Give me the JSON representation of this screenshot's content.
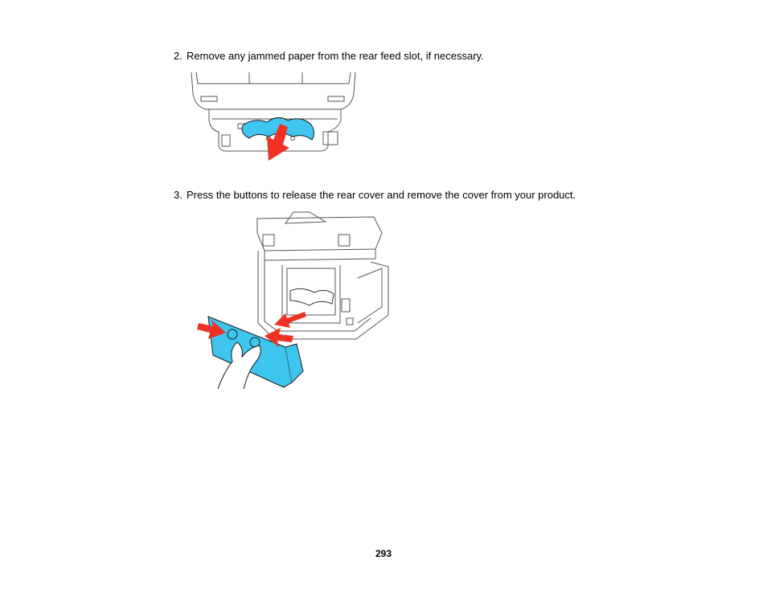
{
  "steps": [
    {
      "number": "2.",
      "text": "Remove any jammed paper from the rear feed slot, if necessary."
    },
    {
      "number": "3.",
      "text": "Press the buttons to release the rear cover and remove the cover from your product."
    }
  ],
  "figures": {
    "rear_slot": {
      "paper_color": "#3fc6ee",
      "arrow_color": "#ee3224"
    },
    "rear_cover": {
      "cover_color": "#3fc6ee",
      "arrow_color": "#ee3224"
    }
  },
  "footer": {
    "page_number": "293"
  }
}
